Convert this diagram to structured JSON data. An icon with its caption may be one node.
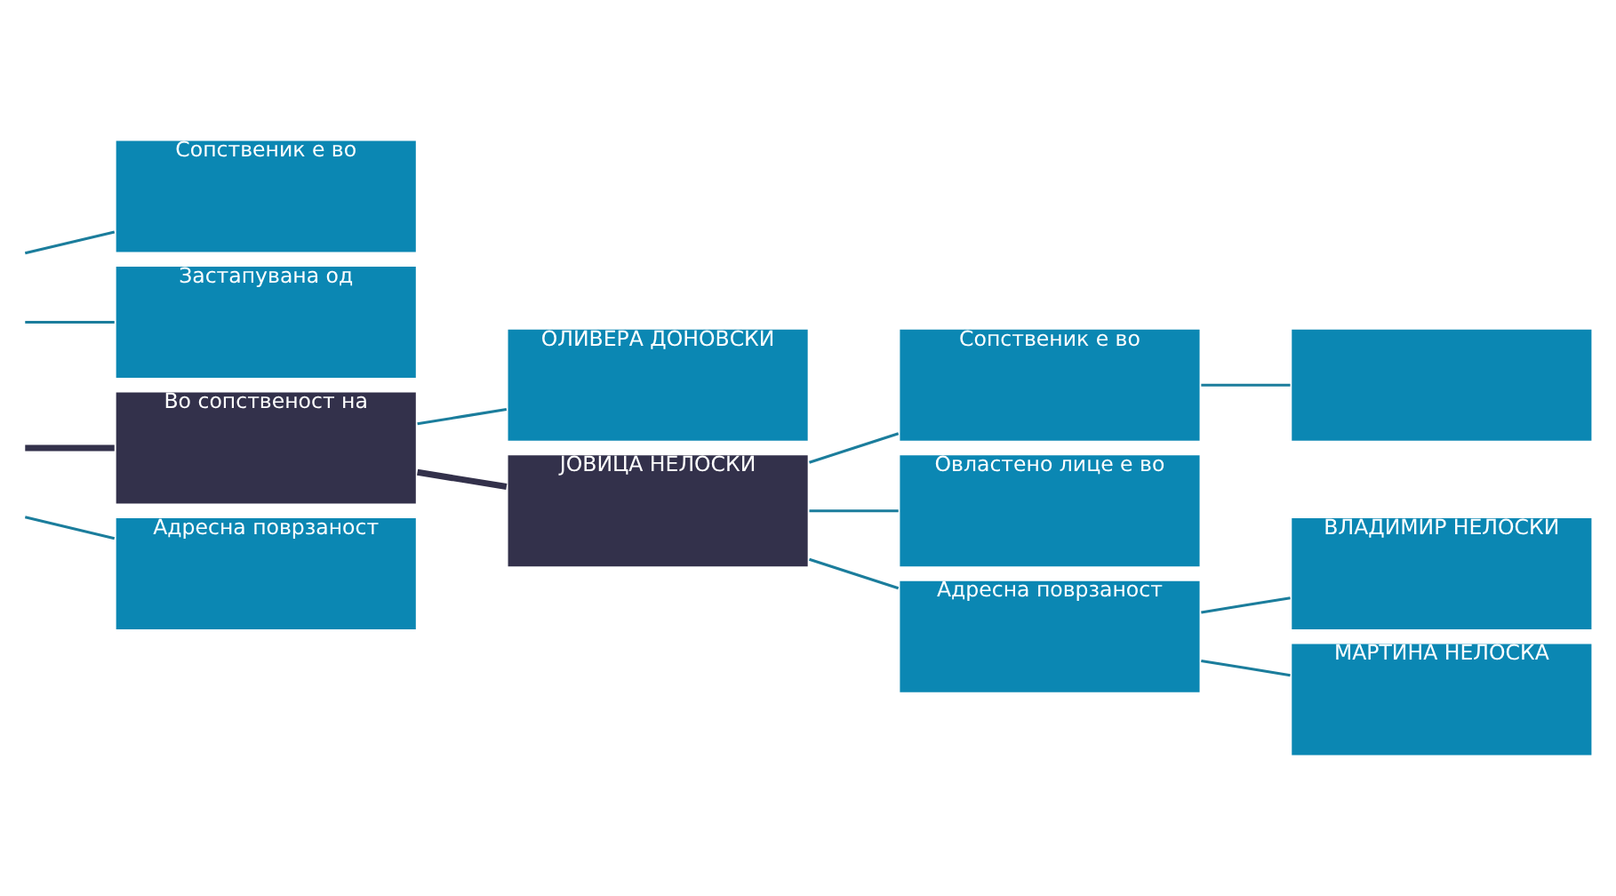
{
  "diagram": {
    "nodes": [
      {
        "text": [
          "Сопственик е во"
        ]
      },
      {
        "text": [
          "Застапувана од"
        ]
      },
      {
        "text": [
          "Во сопственост на"
        ]
      },
      {
        "text": [
          "Адресна поврзаност"
        ]
      },
      {
        "text": [
          "ОЛИВЕРА ДОНОВСКИ"
        ]
      },
      {
        "text": [
          "ЈОВИЦА НЕЛОСКИ"
        ]
      },
      {
        "text": [
          "Сопственик е во"
        ]
      },
      {
        "text": [
          "Овластено лице е во"
        ]
      },
      {
        "text": [
          "Адресна поврзаност"
        ]
      },
      {
        "text": [],
        "shape": "box"
      },
      {
        "text": [
          "ВЛАДИМИР НЕЛОСКИ"
        ]
      },
      {
        "text": [
          "МАРТИНА НЕЛОСКА"
        ]
      }
    ],
    "edges": [
      {
        "from": null,
        "to": 0,
        "arrow": "none"
      },
      {
        "from": null,
        "to": 1,
        "arrow": "none"
      },
      {
        "from": null,
        "to": 2,
        "arrow": "none",
        "style": "thick",
        "color": "#33314b"
      },
      {
        "from": null,
        "to": 3,
        "arrow": "none"
      },
      {
        "from": 2,
        "to": 4,
        "arrow": "none"
      },
      {
        "from": 2,
        "to": 5,
        "arrow": "none",
        "style": "thick",
        "color": "#33314b"
      },
      {
        "from": 5,
        "to": 6,
        "arrow": "none"
      },
      {
        "from": 5,
        "to": 7,
        "arrow": "none"
      },
      {
        "from": 5,
        "to": 8,
        "arrow": "none"
      },
      {
        "from": 6,
        "to": 9,
        "arrow": "none"
      },
      {
        "from": 8,
        "to": 10,
        "arrow": "none"
      },
      {
        "from": 8,
        "to": 11,
        "arrow": "none"
      }
    ]
  }
}
